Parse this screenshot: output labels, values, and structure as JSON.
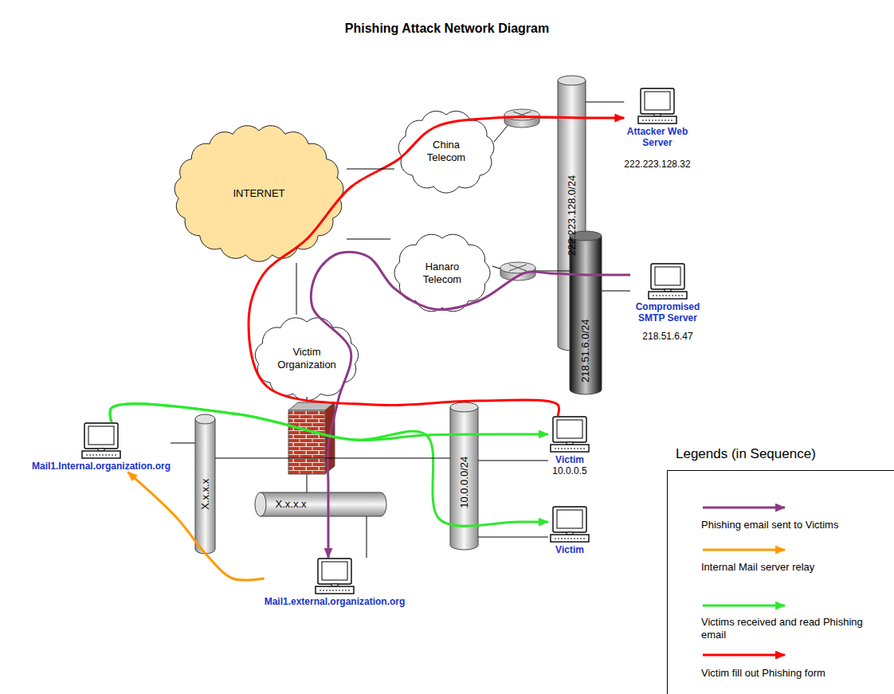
{
  "diagram": {
    "title": "Phishing Attack Network Diagram",
    "nodes": [
      {
        "text": [
          "China Telecom"
        ]
      },
      {
        "text": [
          "222.223.128.0/24"
        ]
      },
      {
        "text": [
          "Attacker Web Server",
          "222.223.128.32"
        ]
      },
      {
        "text": [
          "INTERNET"
        ]
      },
      {
        "text": [
          "Hanaro Telecom"
        ]
      },
      {
        "text": [
          "218.51.6.0/24"
        ]
      },
      {
        "text": [
          "Compromised SMTP Server",
          "218.51.6.47"
        ]
      },
      {
        "text": [
          "Victim Organization"
        ]
      },
      {
        "text": [
          "X.x.x.x"
        ]
      },
      {
        "text": [
          "10.0.0.0/24"
        ]
      },
      {
        "text": [
          "Victim",
          "10.0.0.5"
        ]
      },
      {
        "text": [
          "Mail1.Internal.organization.org"
        ]
      },
      {
        "text": [
          "X.x.x.x"
        ]
      },
      {
        "text": [
          "Victim"
        ]
      },
      {
        "text": [
          "Mail1.external.organization.org"
        ]
      }
    ],
    "edges": [
      {
        "from": 6,
        "to": 14,
        "arrow": "to"
      },
      {
        "from": 14,
        "to": 11,
        "arrow": "to"
      },
      {
        "from": 11,
        "to": 10,
        "arrow": "to"
      },
      {
        "from": 11,
        "to": 13,
        "arrow": "to"
      },
      {
        "from": 10,
        "to": 2,
        "arrow": "to"
      },
      {
        "from": 3,
        "to": 0,
        "arrow": "none"
      },
      {
        "from": 3,
        "to": 4,
        "arrow": "none"
      },
      {
        "from": 3,
        "to": 7,
        "arrow": "none"
      },
      {
        "from": 1,
        "to": 2,
        "arrow": "none"
      },
      {
        "from": 5,
        "to": 6,
        "arrow": "none"
      },
      {
        "from": 9,
        "to": 10,
        "arrow": "none"
      },
      {
        "from": 9,
        "to": 13,
        "arrow": "none"
      },
      {
        "from": 8,
        "to": 11,
        "arrow": "none"
      },
      {
        "from": 8,
        "to": 9,
        "arrow": "none"
      },
      {
        "from": 12,
        "to": 14,
        "arrow": "none"
      }
    ],
    "labels": [
      "Legends (in Sequence)"
    ],
    "legend": [
      {
        "text": "Phishing email sent to Victims"
      },
      {
        "text": "Internal Mail server relay"
      },
      {
        "text": "Victims received and read Phishing email"
      },
      {
        "text": "Victim fill out Phishing form"
      }
    ]
  }
}
